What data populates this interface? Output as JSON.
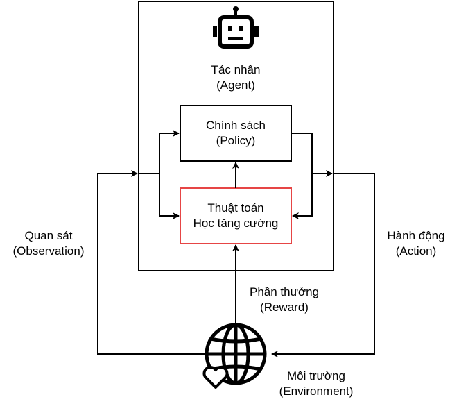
{
  "agent": {
    "line1": "Tác nhân",
    "line2": "(Agent)"
  },
  "policy": {
    "line1": "Chính sách",
    "line2": "(Policy)"
  },
  "algorithm": {
    "line1": "Thuật toán",
    "line2": "Học tăng cường",
    "border_color": "#e64545"
  },
  "observation": {
    "line1": "Quan sát",
    "line2": "(Observation)"
  },
  "action": {
    "line1": "Hành động",
    "line2": "(Action)"
  },
  "reward": {
    "line1": "Phần thưởng",
    "line2": "(Reward)"
  },
  "environment": {
    "line1": "Môi trường",
    "line2": "(Environment)"
  },
  "icons": {
    "agent": "robot-icon",
    "environment": "globe-heart-icon"
  }
}
